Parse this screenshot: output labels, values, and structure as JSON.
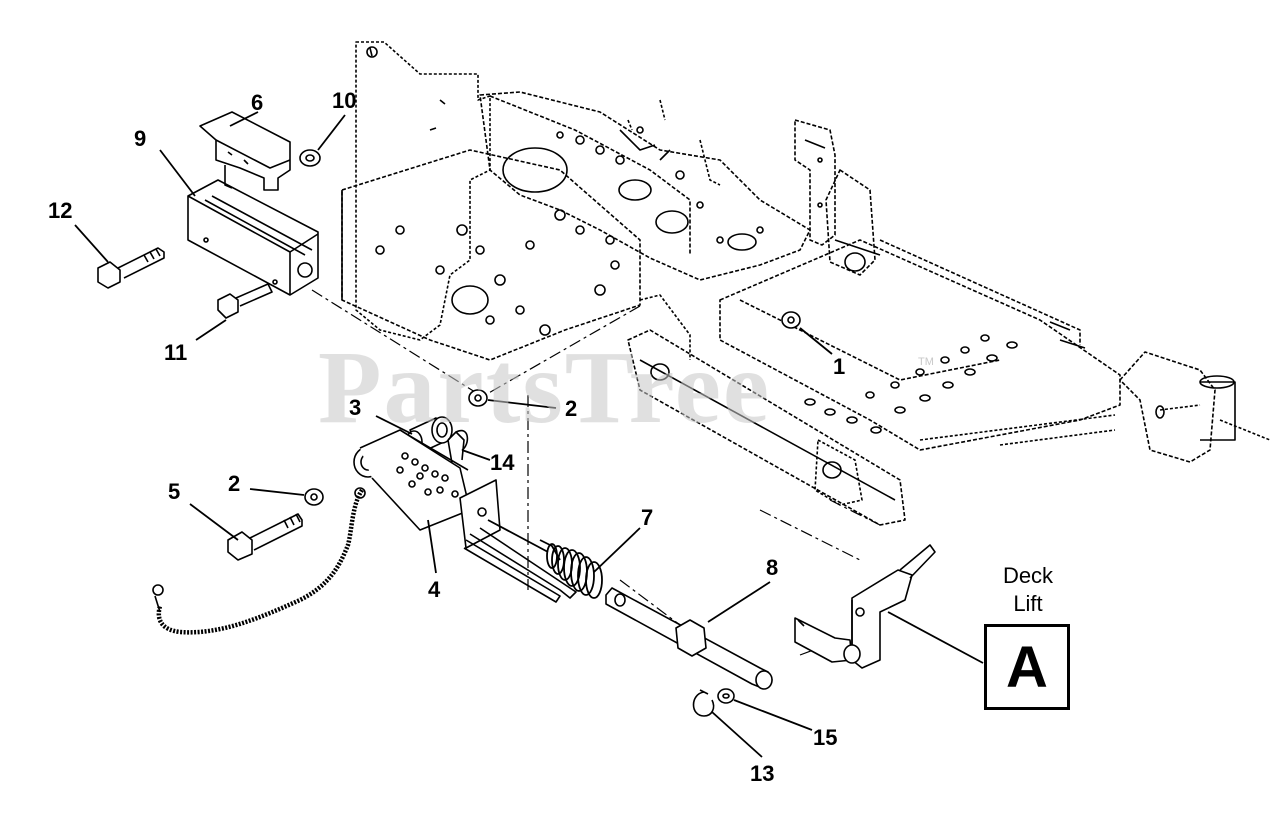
{
  "watermark": {
    "text": "PartsTree",
    "tm": "TM"
  },
  "reference": {
    "caption_line1": "Deck",
    "caption_line2": "Lift",
    "letter": "A"
  },
  "callouts": [
    {
      "id": "c1",
      "label": "1"
    },
    {
      "id": "c2a",
      "label": "2"
    },
    {
      "id": "c2b",
      "label": "2"
    },
    {
      "id": "c3",
      "label": "3"
    },
    {
      "id": "c4",
      "label": "4"
    },
    {
      "id": "c5",
      "label": "5"
    },
    {
      "id": "c6",
      "label": "6"
    },
    {
      "id": "c7",
      "label": "7"
    },
    {
      "id": "c8",
      "label": "8"
    },
    {
      "id": "c9",
      "label": "9"
    },
    {
      "id": "c10",
      "label": "10"
    },
    {
      "id": "c11",
      "label": "11"
    },
    {
      "id": "c12",
      "label": "12"
    },
    {
      "id": "c13",
      "label": "13"
    },
    {
      "id": "c14",
      "label": "14"
    },
    {
      "id": "c15",
      "label": "15"
    }
  ]
}
